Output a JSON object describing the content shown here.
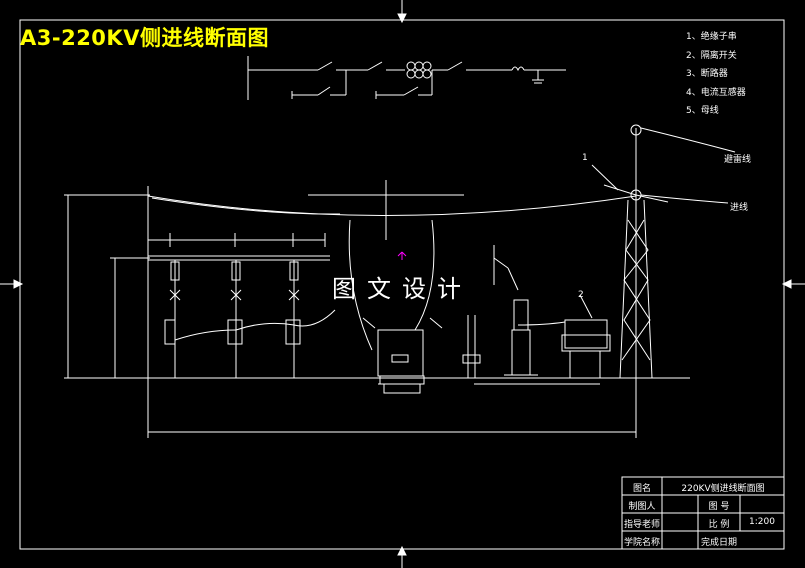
{
  "title": "A3-220KV侧进线断面图",
  "legend": [
    "1、绝缘子串",
    "2、隔离开关",
    "3、断路器",
    "4、电流互感器",
    "5、母线"
  ],
  "watermark": "图文设计",
  "labels": {
    "line_bypass": "避雷线",
    "line_in": "进线",
    "callout_1": "1",
    "callout_2": "2"
  },
  "title_block": {
    "name_label": "图名",
    "name_value": "220KV侧进线断面图",
    "drawn_by": "制图人",
    "drawing_no": "图 号",
    "advisor": "指导老师",
    "scale_label": "比 例",
    "scale_value": "1:200",
    "school": "学院名称",
    "date": "完成日期"
  },
  "colors": {
    "background": "#000000",
    "lines": "#ffffff",
    "title": "#ffff00",
    "marker": "#ff00ff"
  }
}
